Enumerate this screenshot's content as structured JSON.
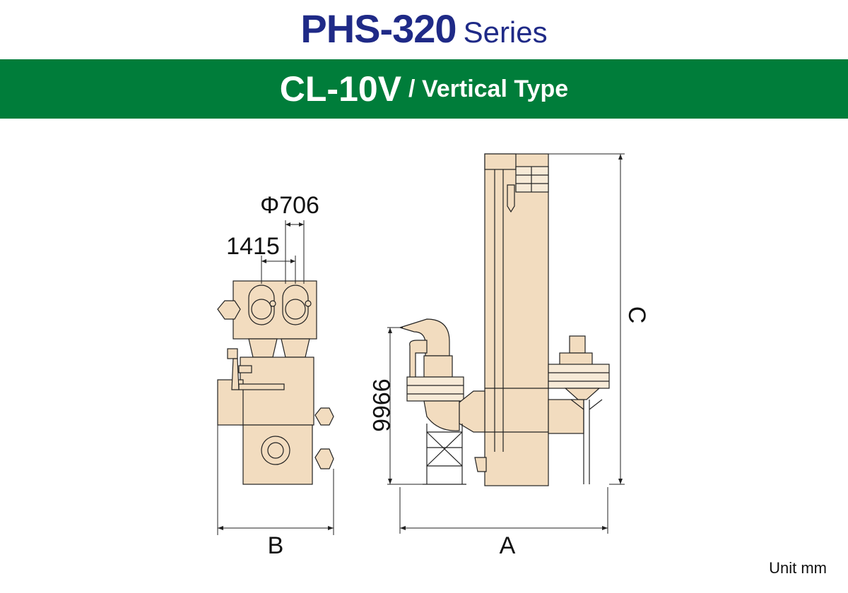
{
  "header": {
    "model": "PHS-320",
    "series": "Series"
  },
  "band": {
    "model": "CL-10V",
    "type": "/ Vertical Type",
    "color": "#007d3a"
  },
  "dimensions": {
    "phi": "Φ706",
    "pitch": "1415",
    "height": "9966",
    "width_a": "A",
    "width_b": "B",
    "height_c": "C"
  },
  "unit": "Unit mm",
  "colors": {
    "title": "#1f2a87",
    "machine_fill": "#f2dcbf",
    "line": "#222222"
  }
}
